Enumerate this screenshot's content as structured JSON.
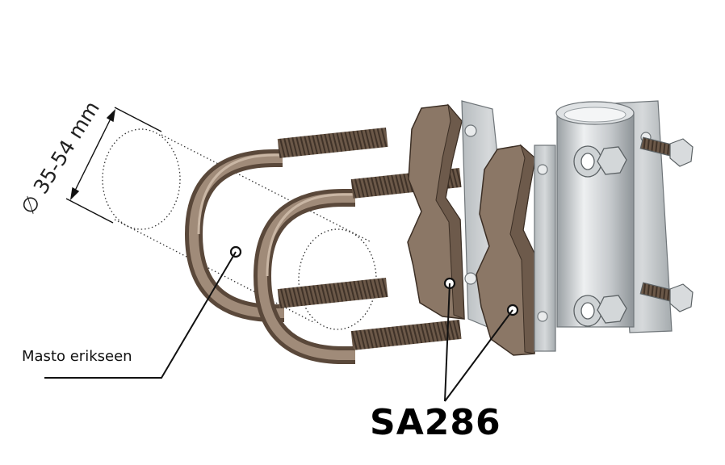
{
  "diagram": {
    "dimension_label": "∅ 35-54 mm",
    "callout_label": "Masto erikseen",
    "part_number": "SA286"
  },
  "colors": {
    "bracket": "#8b7766",
    "bracket_dark": "#6d5a4b",
    "steel": "#c4c8cb",
    "steel_dark": "#8e9498",
    "steel_light": "#e8eaec",
    "line": "#111111"
  }
}
